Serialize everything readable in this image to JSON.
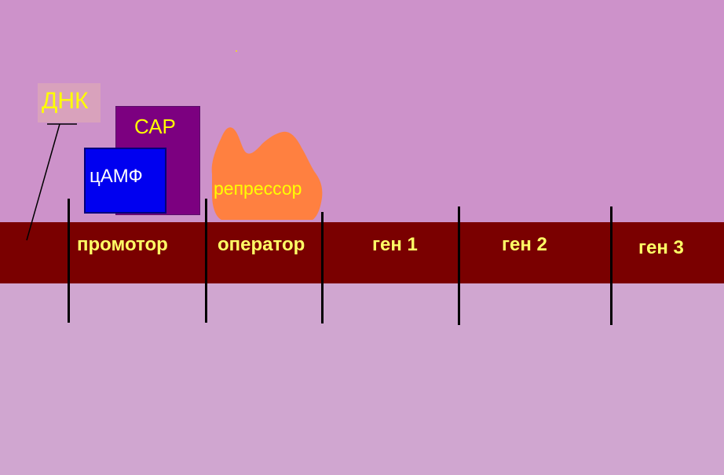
{
  "colors": {
    "background_top": "#cd92ca",
    "background_bottom": "#d0a6d0",
    "dna_strip": "#7a0000",
    "segment_text": "#ffff66",
    "label_text": "#ffff00",
    "cap": "#7c0080",
    "camp": "#0000f0",
    "repressor": "#ff8040",
    "camp_text": "#ffffff"
  },
  "labels": {
    "dna": "ДНК",
    "cap": "САР",
    "camp": "цАМФ",
    "repressor": "репрессор"
  },
  "segments": [
    {
      "id": "promoter",
      "label": "промотор"
    },
    {
      "id": "operator",
      "label": "оператор"
    },
    {
      "id": "gene1",
      "label": "ген 1"
    },
    {
      "id": "gene2",
      "label": "ген 2"
    },
    {
      "id": "gene3",
      "label": "ген 3"
    }
  ]
}
